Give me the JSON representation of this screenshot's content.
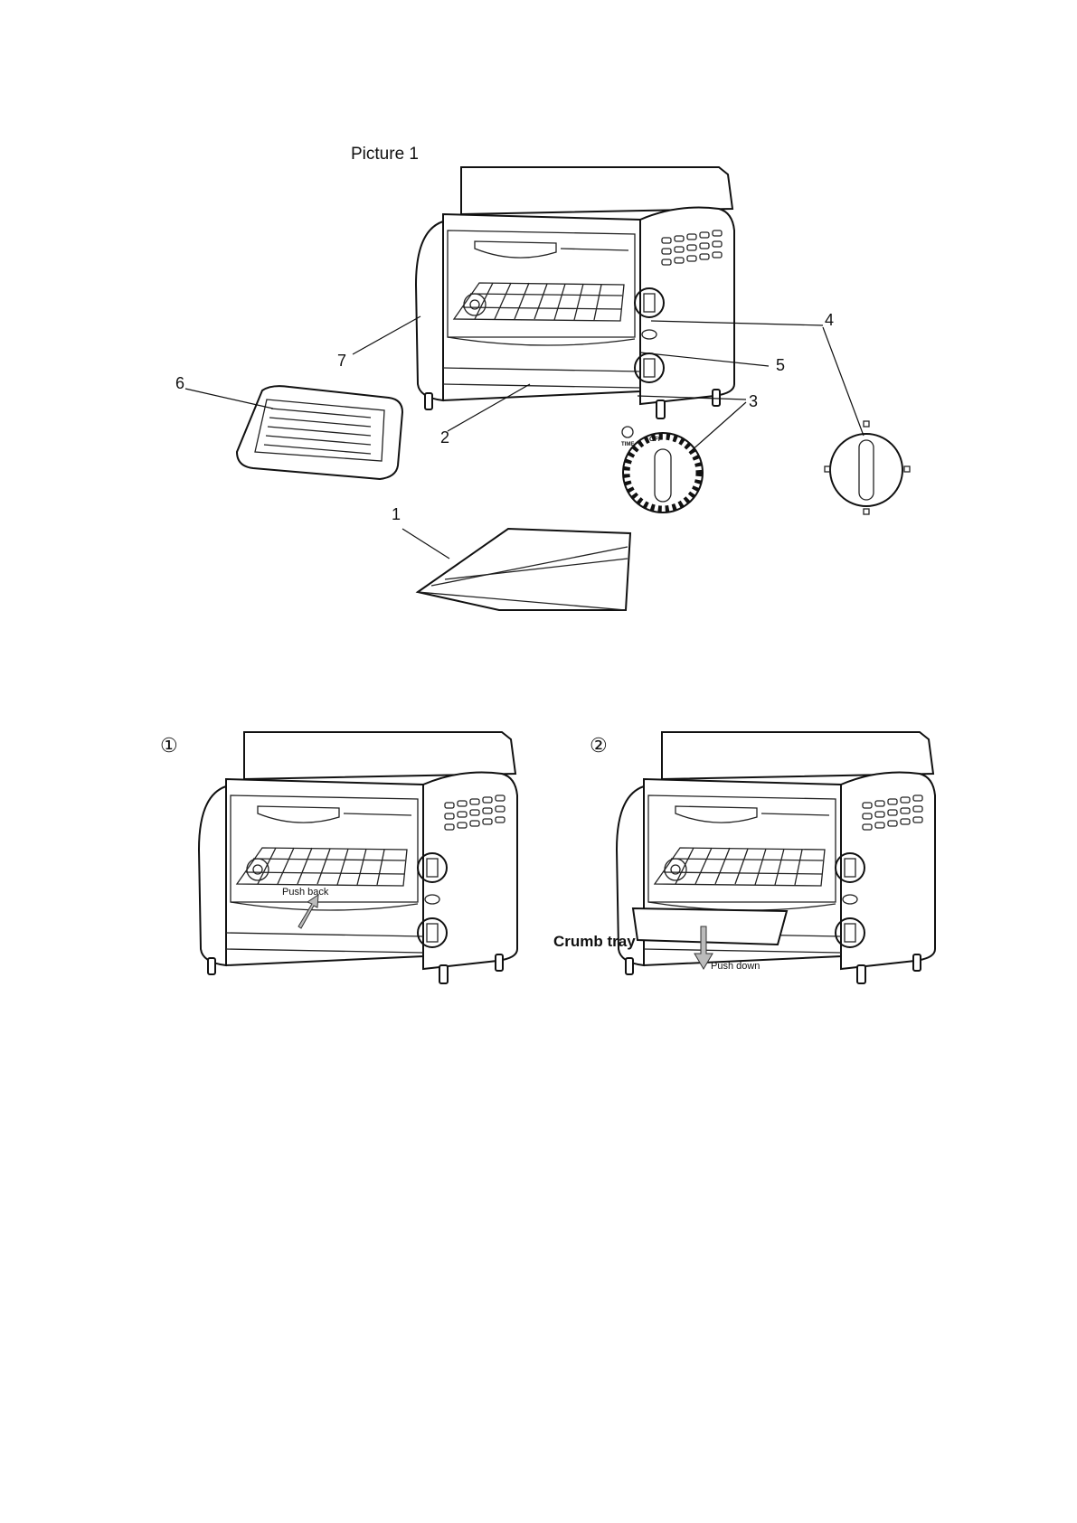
{
  "diagram": {
    "title": "Picture 1",
    "callouts": [
      "1",
      "2",
      "3",
      "4",
      "5",
      "6",
      "7"
    ],
    "timer_dial": {
      "off_label": "OFF",
      "time_label": "TIME"
    },
    "steps": [
      {
        "marker": "①",
        "arrow_label": "Push back"
      },
      {
        "marker": "②",
        "part_label": "Crumb tray",
        "arrow_label": "Push down"
      }
    ]
  }
}
